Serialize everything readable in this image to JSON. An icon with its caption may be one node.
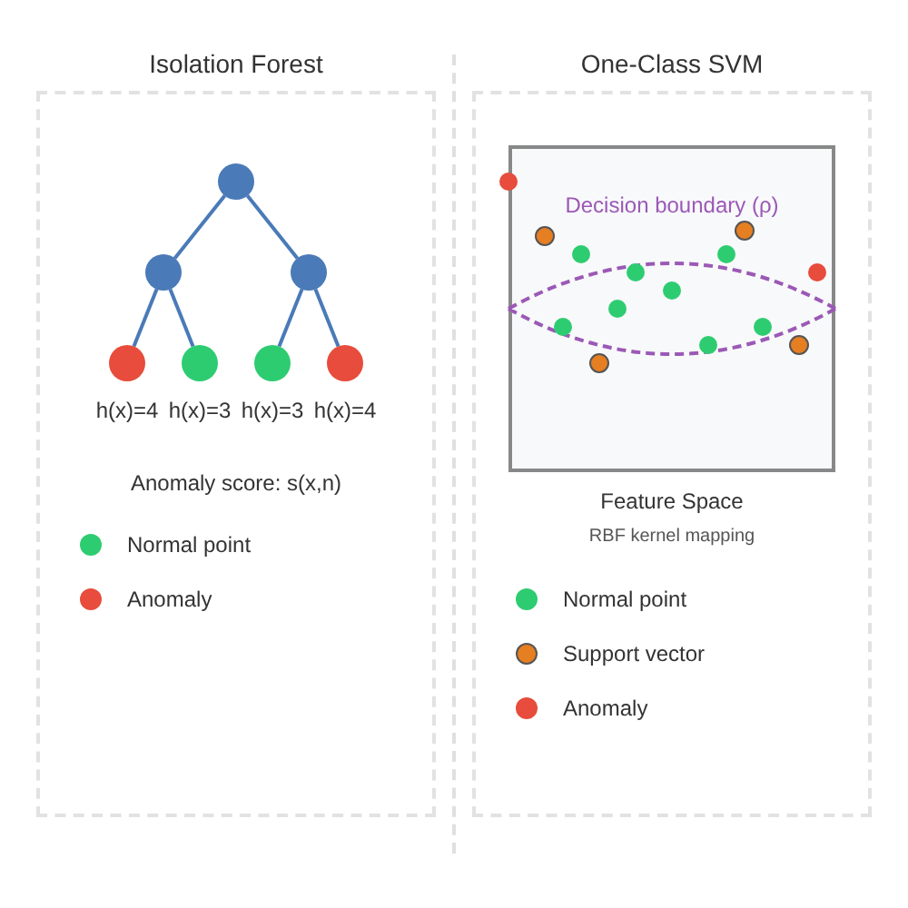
{
  "diagram": {
    "nodes": [
      {
        "text": [
          "Isolation Forest"
        ]
      },
      {
        "text": [],
        "shape": "circle",
        "in": 0
      },
      {
        "text": [],
        "shape": "circle",
        "in": 0
      },
      {
        "text": [],
        "shape": "circle",
        "in": 0
      },
      {
        "text": [],
        "shape": "circle",
        "in": 0,
        "beside": [
          "h(x)=4"
        ]
      },
      {
        "text": [],
        "shape": "circle",
        "in": 0,
        "beside": [
          "h(x)=3"
        ]
      },
      {
        "text": [],
        "shape": "circle",
        "in": 0,
        "beside": [
          "h(x)=3"
        ]
      },
      {
        "text": [],
        "shape": "circle",
        "in": 0,
        "beside": [
          "h(x)=4"
        ]
      },
      {
        "text": [
          "One-Class SVM"
        ]
      },
      {
        "text": [
          "Decision boundary (ρ)"
        ],
        "in": 8,
        "beside": [
          "Feature Space",
          "RBF kernel mapping"
        ]
      }
    ],
    "edges": [
      {
        "from": 1,
        "to": 2,
        "arrow": "none"
      },
      {
        "from": 1,
        "to": 3,
        "arrow": "none"
      },
      {
        "from": 2,
        "to": 4,
        "arrow": "none"
      },
      {
        "from": 2,
        "to": 5,
        "arrow": "none"
      },
      {
        "from": 3,
        "to": 6,
        "arrow": "none"
      },
      {
        "from": 3,
        "to": 7,
        "arrow": "none"
      }
    ],
    "labels": [
      "Anomaly score: s(x,n)"
    ],
    "legend": [
      {
        "text": "Normal point",
        "color": "#2ecc71"
      },
      {
        "text": "Anomaly",
        "color": "#e74c3c"
      },
      {
        "text": "Normal point",
        "color": "#2ecc71"
      },
      {
        "text": "Support vector",
        "color": "#e67e22"
      },
      {
        "text": "Anomaly",
        "color": "#e74c3c"
      }
    ]
  }
}
